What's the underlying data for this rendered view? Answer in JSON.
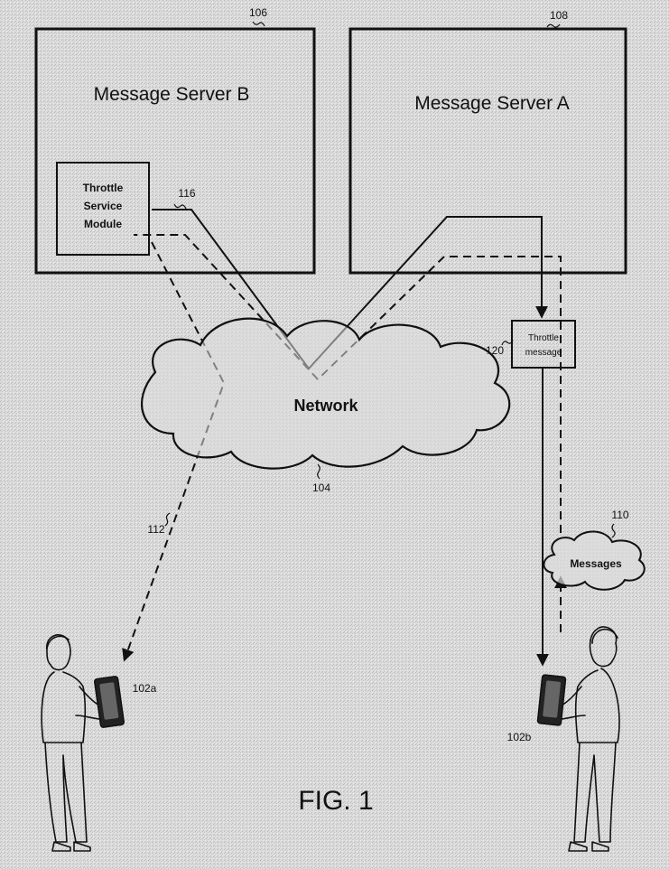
{
  "diagram": {
    "server_b": {
      "title": "Message Server B",
      "ref": "106"
    },
    "server_a": {
      "title": "Message Server A",
      "ref": "108"
    },
    "throttle_service_module": {
      "line1": "Throttle",
      "line2": "Service",
      "line3": "Module"
    },
    "link_116": "116",
    "throttle_message": {
      "line1": "Throttle",
      "line2": "message",
      "ref": "120"
    },
    "network": {
      "label": "Network",
      "ref": "104"
    },
    "link_112": "112",
    "messages": {
      "label": "Messages",
      "ref": "110"
    },
    "device_a": "102a",
    "device_b": "102b",
    "caption": "FIG. 1"
  },
  "colors": {
    "background": "#dcdcdc",
    "ink": "#111111"
  }
}
